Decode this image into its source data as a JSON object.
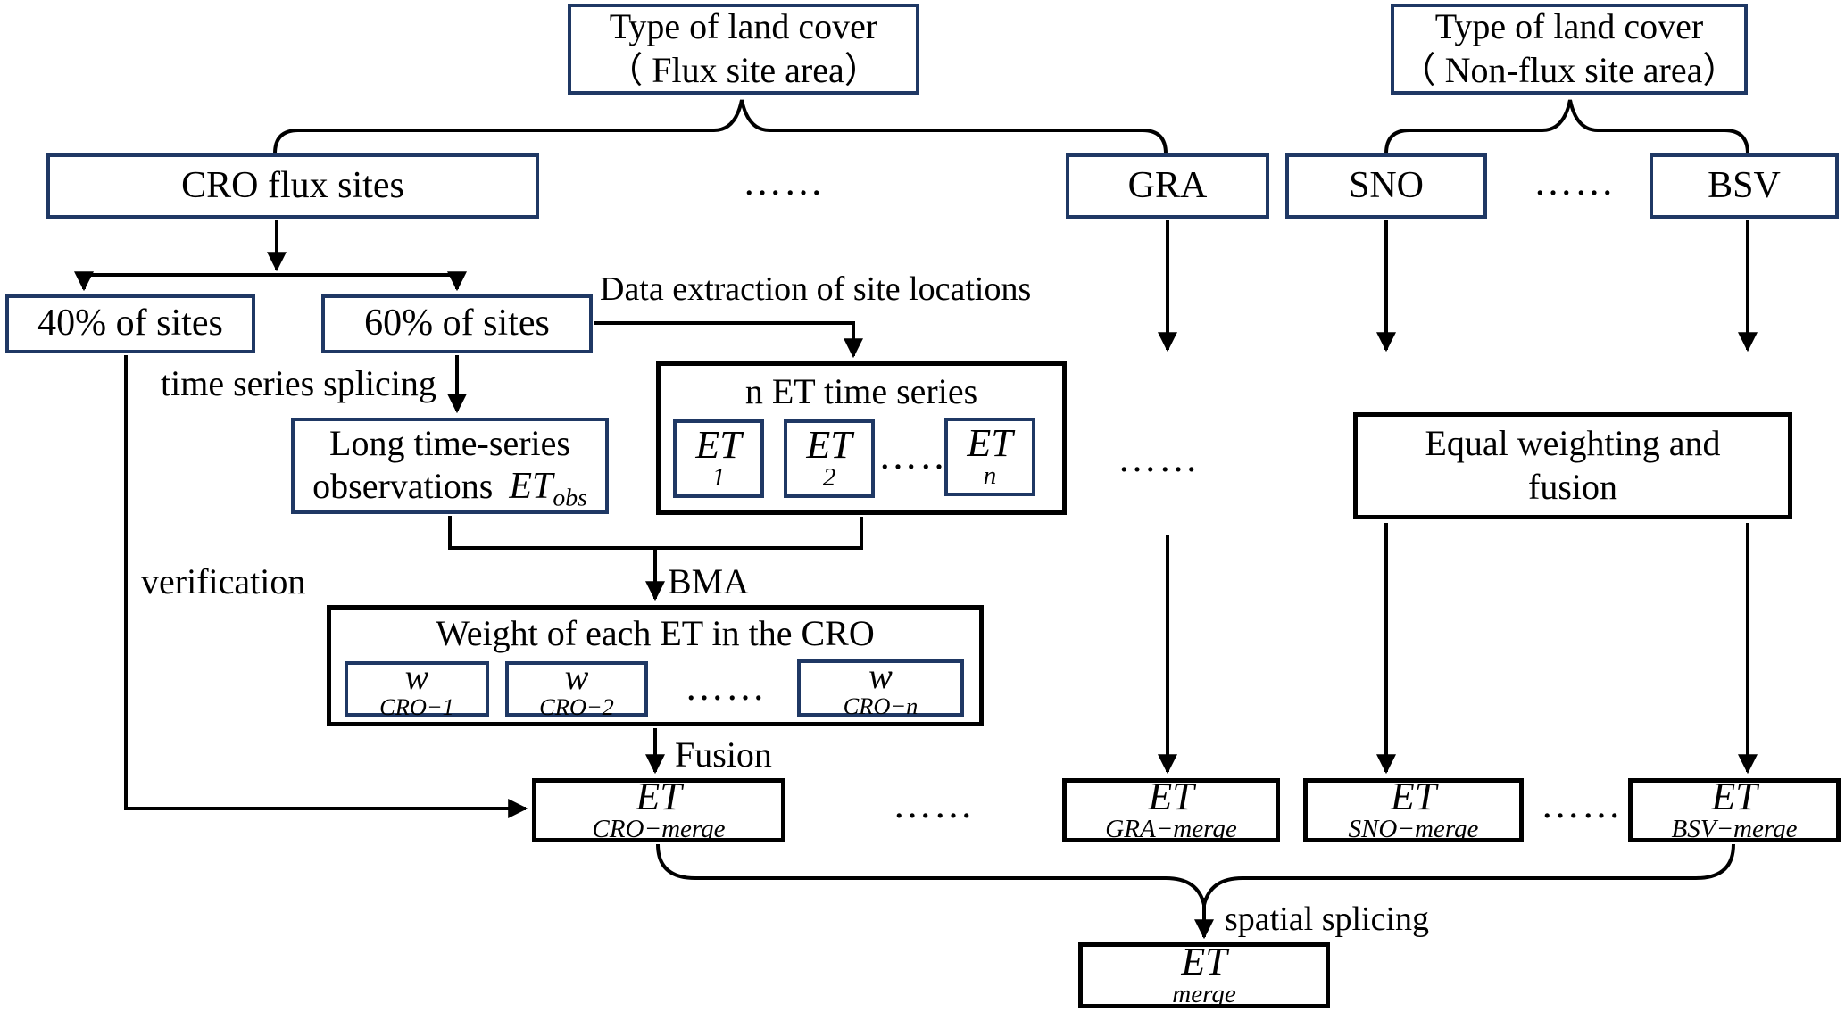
{
  "diagram": {
    "title_hint": "ET fusion flowchart",
    "colors": {
      "box_border_blue": "#1F3864",
      "box_border_black": "#000000",
      "line": "#000000",
      "background": "#FFFFFF",
      "text": "#000000"
    },
    "ellipsis": "……",
    "nodes": {
      "flux_cover": {
        "line1": "Type of land cover",
        "line2": "（ Flux site area）"
      },
      "nonflux_cover": {
        "line1": "Type of land cover",
        "line2": "（ Non-flux site area）"
      },
      "cro_flux_sites": {
        "label": "CRO flux sites"
      },
      "gra": {
        "label": "GRA"
      },
      "sno": {
        "label": "SNO"
      },
      "bsv": {
        "label": "BSV"
      },
      "sites_40": {
        "label": "40% of sites"
      },
      "sites_60": {
        "label": "60% of sites"
      },
      "long_obs": {
        "line1": "Long time-series",
        "line2_prefix": "observations",
        "formula_main": "ET",
        "formula_sub": "obs"
      },
      "n_et_series": {
        "title": "n ET time series"
      },
      "et_1": {
        "main": "ET",
        "sub": "1"
      },
      "et_2": {
        "main": "ET",
        "sub": "2"
      },
      "et_n": {
        "main": "ET",
        "sub": "n"
      },
      "weight_box": {
        "title": "Weight of each ET in the CRO"
      },
      "w_cro_1": {
        "main": "w",
        "sub": "CRO−1"
      },
      "w_cro_2": {
        "main": "w",
        "sub": "CRO−2"
      },
      "w_cro_n": {
        "main": "w",
        "sub": "CRO−n"
      },
      "equal_weighting": {
        "line1": "Equal weighting and",
        "line2": "fusion"
      },
      "cro_merge": {
        "main": "ET",
        "sub": "CRO−merge"
      },
      "gra_merge": {
        "main": "ET",
        "sub": "GRA−merge"
      },
      "sno_merge": {
        "main": "ET",
        "sub": "SNO−merge"
      },
      "bsv_merge": {
        "main": "ET",
        "sub": "BSV−merge"
      },
      "et_merge": {
        "main": "ET",
        "sub": "merge"
      }
    },
    "edge_labels": {
      "time_series_splicing": "time series splicing",
      "data_extraction": "Data extraction of site locations",
      "bma": "BMA",
      "verification": "verification",
      "fusion": "Fusion",
      "spatial_splicing": "spatial splicing"
    }
  }
}
